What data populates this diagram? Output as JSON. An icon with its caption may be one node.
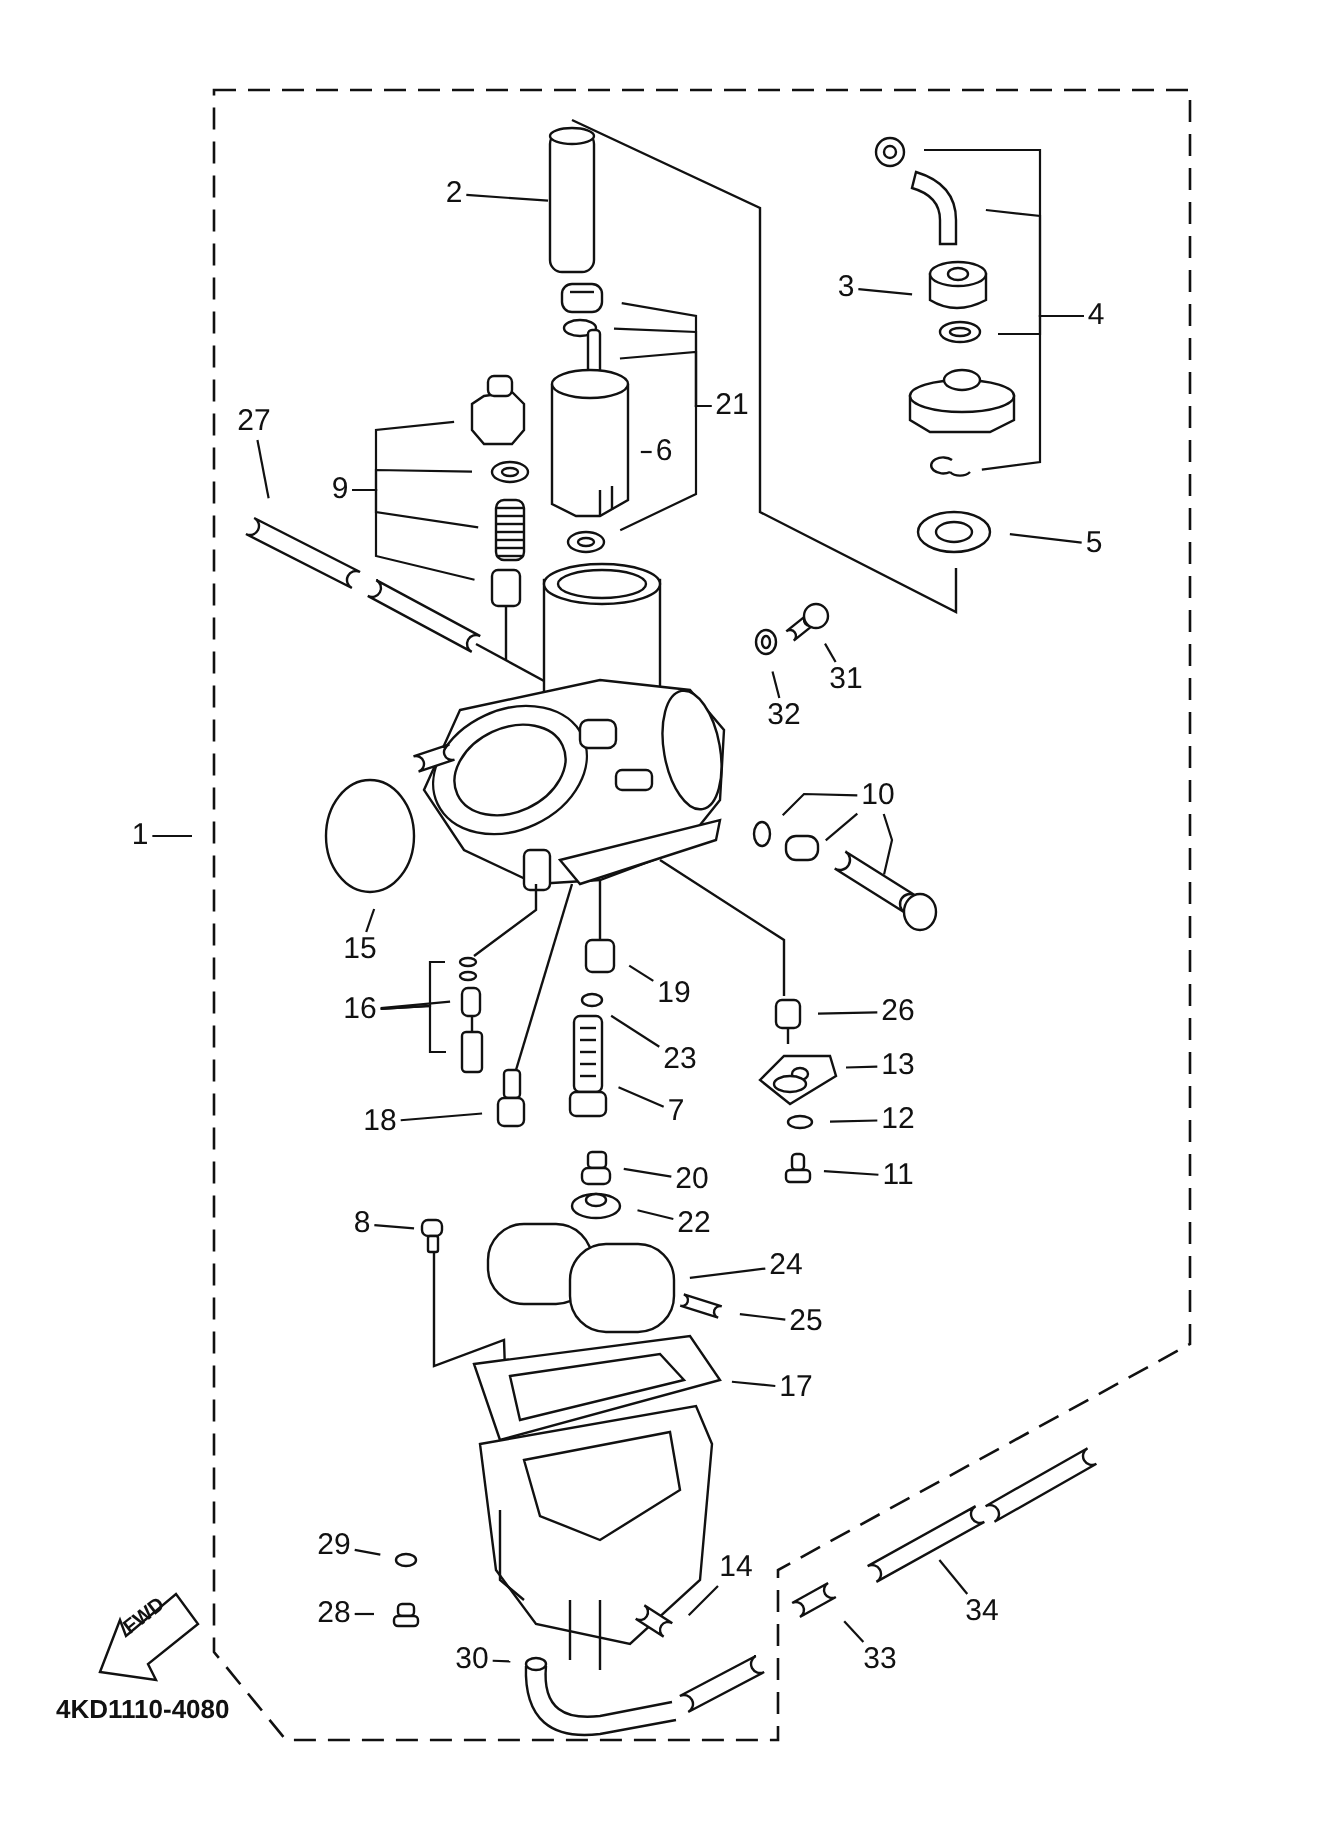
{
  "diagram": {
    "nodes": [
      {
        "text": [
          "2"
        ]
      },
      {
        "text": [
          "3"
        ]
      },
      {
        "text": [
          "4"
        ]
      },
      {
        "text": [
          "5"
        ]
      },
      {
        "text": [
          "21"
        ]
      },
      {
        "text": [
          "6"
        ]
      },
      {
        "text": [
          "27"
        ]
      },
      {
        "text": [
          "9"
        ]
      },
      {
        "text": [
          "1"
        ]
      },
      {
        "text": [
          "32"
        ]
      },
      {
        "text": [
          "31"
        ]
      },
      {
        "text": [
          "10"
        ]
      },
      {
        "text": [
          "15"
        ]
      },
      {
        "text": [
          "16"
        ]
      },
      {
        "text": [
          "18"
        ]
      },
      {
        "text": [
          "19"
        ]
      },
      {
        "text": [
          "23"
        ]
      },
      {
        "text": [
          "7"
        ]
      },
      {
        "text": [
          "26"
        ]
      },
      {
        "text": [
          "13"
        ]
      },
      {
        "text": [
          "12"
        ]
      },
      {
        "text": [
          "11"
        ]
      },
      {
        "text": [
          "20"
        ]
      },
      {
        "text": [
          "22"
        ]
      },
      {
        "text": [
          "8"
        ]
      },
      {
        "text": [
          "24"
        ]
      },
      {
        "text": [
          "25"
        ]
      },
      {
        "text": [
          "17"
        ]
      },
      {
        "text": [
          "29"
        ]
      },
      {
        "text": [
          "28"
        ]
      },
      {
        "text": [
          "30"
        ]
      },
      {
        "text": [
          "14"
        ]
      },
      {
        "text": [
          "33"
        ]
      },
      {
        "text": [
          "34"
        ]
      }
    ],
    "edges": [
      {
        "from": 0,
        "to": null,
        "arrow": "none"
      },
      {
        "from": 1,
        "to": null,
        "arrow": "none"
      },
      {
        "from": 2,
        "to": null,
        "arrow": "none"
      },
      {
        "from": 2,
        "to": null,
        "arrow": "none"
      },
      {
        "from": 2,
        "to": null,
        "arrow": "none"
      },
      {
        "from": 2,
        "to": null,
        "arrow": "none"
      },
      {
        "from": 3,
        "to": null,
        "arrow": "none"
      },
      {
        "from": 4,
        "to": null,
        "arrow": "none"
      },
      {
        "from": 4,
        "to": null,
        "arrow": "none"
      },
      {
        "from": 4,
        "to": null,
        "arrow": "none"
      },
      {
        "from": 4,
        "to": null,
        "arrow": "none"
      },
      {
        "from": 5,
        "to": null,
        "arrow": "none"
      },
      {
        "from": 6,
        "to": null,
        "arrow": "none"
      },
      {
        "from": 7,
        "to": null,
        "arrow": "none"
      },
      {
        "from": 7,
        "to": null,
        "arrow": "none"
      },
      {
        "from": 7,
        "to": null,
        "arrow": "none"
      },
      {
        "from": 7,
        "to": null,
        "arrow": "none"
      },
      {
        "from": 8,
        "to": null,
        "arrow": "none"
      },
      {
        "from": 9,
        "to": null,
        "arrow": "none"
      },
      {
        "from": 10,
        "to": null,
        "arrow": "none"
      },
      {
        "from": 11,
        "to": null,
        "arrow": "none"
      },
      {
        "from": 11,
        "to": null,
        "arrow": "none"
      },
      {
        "from": 11,
        "to": null,
        "arrow": "none"
      },
      {
        "from": 12,
        "to": null,
        "arrow": "none"
      },
      {
        "from": 13,
        "to": null,
        "arrow": "none"
      },
      {
        "from": 13,
        "to": null,
        "arrow": "none"
      },
      {
        "from": 13,
        "to": null,
        "arrow": "none"
      },
      {
        "from": 14,
        "to": null,
        "arrow": "none"
      },
      {
        "from": 15,
        "to": null,
        "arrow": "none"
      },
      {
        "from": 16,
        "to": null,
        "arrow": "none"
      },
      {
        "from": 17,
        "to": null,
        "arrow": "none"
      },
      {
        "from": 18,
        "to": null,
        "arrow": "none"
      },
      {
        "from": 19,
        "to": null,
        "arrow": "none"
      },
      {
        "from": 20,
        "to": null,
        "arrow": "none"
      },
      {
        "from": 21,
        "to": null,
        "arrow": "none"
      },
      {
        "from": 22,
        "to": null,
        "arrow": "none"
      },
      {
        "from": 23,
        "to": null,
        "arrow": "none"
      },
      {
        "from": 24,
        "to": null,
        "arrow": "none"
      },
      {
        "from": 25,
        "to": null,
        "arrow": "none"
      },
      {
        "from": 26,
        "to": null,
        "arrow": "none"
      },
      {
        "from": 27,
        "to": null,
        "arrow": "none"
      },
      {
        "from": 28,
        "to": null,
        "arrow": "none"
      },
      {
        "from": 29,
        "to": null,
        "arrow": "none"
      },
      {
        "from": 30,
        "to": null,
        "arrow": "none"
      },
      {
        "from": 31,
        "to": null,
        "arrow": "none"
      },
      {
        "from": 32,
        "to": null,
        "arrow": "none"
      },
      {
        "from": 33,
        "to": null,
        "arrow": "none"
      }
    ],
    "labels": [
      "FWD",
      "4KD1110-4080"
    ]
  }
}
